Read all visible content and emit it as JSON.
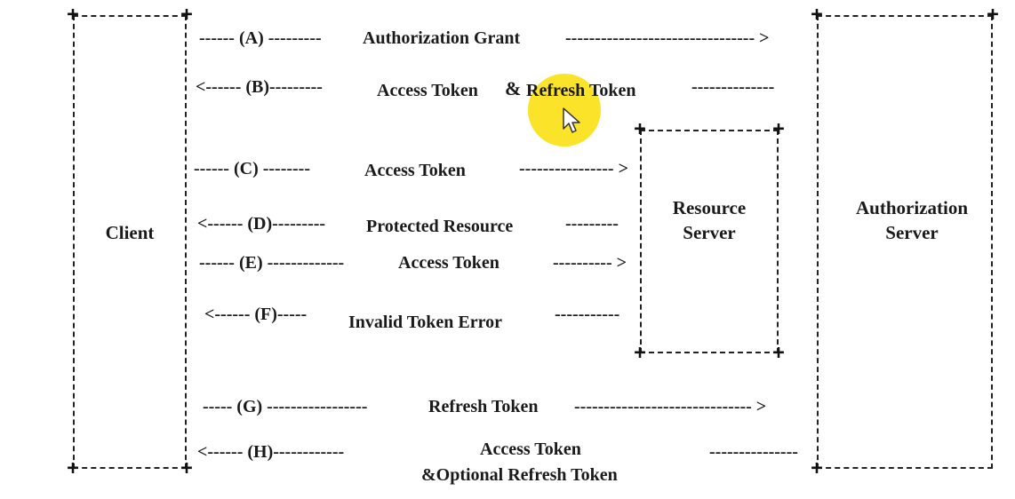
{
  "nodes": {
    "client": "Client",
    "resource_server": [
      "Resource",
      "Server"
    ],
    "authorization_server": [
      "Authorization",
      "Server"
    ]
  },
  "arrows": {
    "a": {
      "left": "------ (A) ---------",
      "label": "Authorization Grant",
      "right": "-------------------------------- >"
    },
    "b": {
      "left": "<------ (B)---------",
      "label_1": "Access Token",
      "amp": "&",
      "label_2": "Refresh Token",
      "right": "--------------"
    },
    "c": {
      "left": "------ (C) --------",
      "label": "Access Token",
      "right": "---------------- >"
    },
    "d": {
      "left": "<------ (D)---------",
      "label": "Protected Resource",
      "right": "---------"
    },
    "e": {
      "left": "------ (E) -------------",
      "label": "Access Token",
      "right": "---------- >"
    },
    "f": {
      "left": "<------ (F)-----",
      "label": "Invalid Token Error",
      "right": "-----------"
    },
    "g": {
      "left": "----- (G) -----------------",
      "label": "Refresh Token",
      "right": "------------------------------ >"
    },
    "h": {
      "left": "<------ (H)------------",
      "label_1": "Access Token",
      "label_2": "&Optional Refresh Token",
      "right": "---------------"
    }
  },
  "colors": {
    "highlight": "#fbe11f",
    "line": "#222222"
  },
  "cursor": "arrow-cursor-icon"
}
